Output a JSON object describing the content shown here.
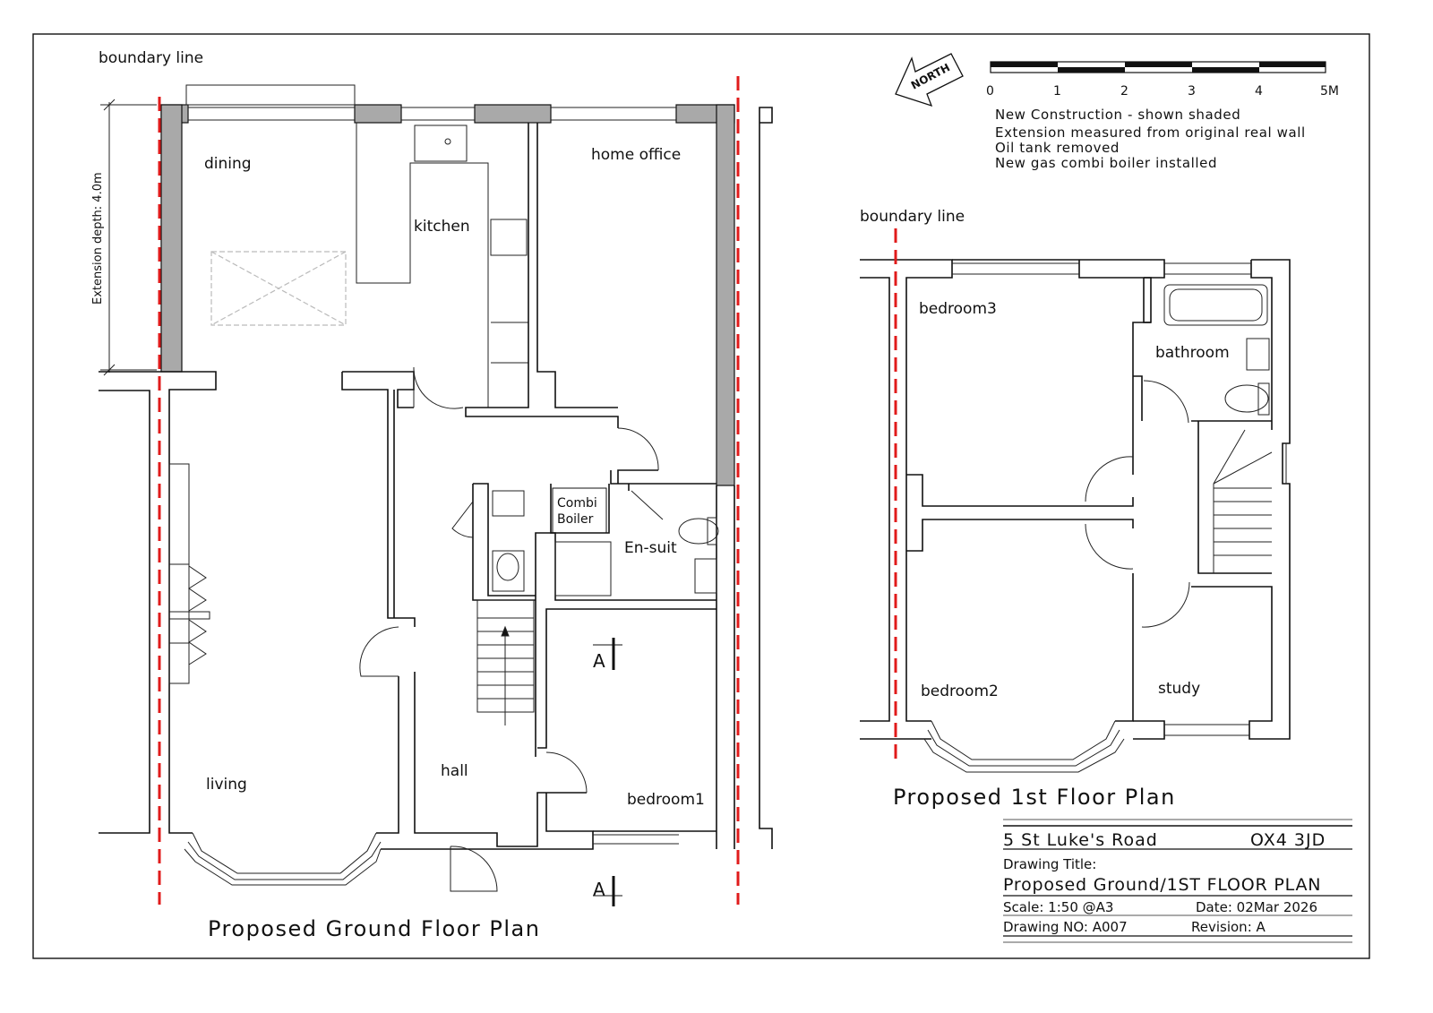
{
  "ground_floor": {
    "title": "Proposed Ground Floor Plan",
    "boundary_label": "boundary line",
    "extension_dimension": "Extension depth: 4.0m",
    "rooms": {
      "dining": "dining",
      "kitchen": "kitchen",
      "home_office": "home office",
      "combi_boiler_line1": "Combi",
      "combi_boiler_line2": "Boiler",
      "ensuite": "En-suit",
      "living": "living",
      "hall": "hall",
      "bedroom1": "bedroom1"
    },
    "section_marker": "A"
  },
  "first_floor": {
    "title": "Proposed 1st Floor Plan",
    "boundary_label": "boundary line",
    "rooms": {
      "bedroom3": "bedroom3",
      "bathroom": "bathroom",
      "bedroom2": "bedroom2",
      "study": "study"
    }
  },
  "north_arrow": "NORTH",
  "scale_bar": {
    "ticks": [
      "0",
      "1",
      "2",
      "3",
      "4",
      "5M"
    ]
  },
  "notes": [
    "New Construction - shown shaded",
    "Extension measured from original real wall",
    "Oil tank removed",
    "New gas combi boiler installed"
  ],
  "title_block": {
    "address": "5 St Luke's Road",
    "postcode": "OX4 3JD",
    "drawing_title_label": "Drawing Title:",
    "drawing_title": "Proposed Ground/1ST FLOOR PLAN",
    "scale": "Scale:  1:50  @A3",
    "date": "Date: 02Mar 2026",
    "drawing_no": "Drawing NO:  A007",
    "revision": "Revision: A"
  }
}
